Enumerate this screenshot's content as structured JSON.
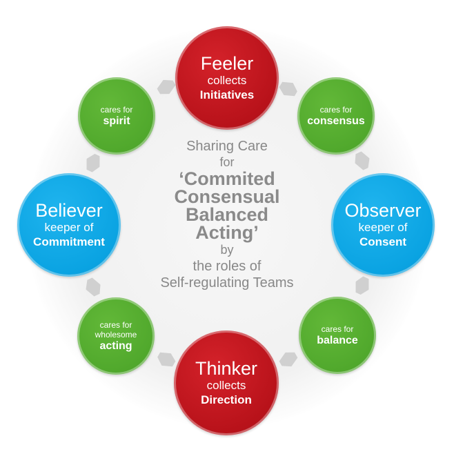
{
  "center": {
    "line1": "Sharing Care",
    "line2": "for",
    "headline": [
      "‘Commited",
      "Consensual",
      "Balanced",
      "Acting’"
    ],
    "line3": "by",
    "line4": "the roles of",
    "line5": "Self-regulating Teams"
  },
  "roles": {
    "feeler": {
      "name": "Feeler",
      "verb": "collects",
      "object": "Initiatives"
    },
    "observer": {
      "name": "Observer",
      "verb": "keeper of",
      "object": "Consent"
    },
    "thinker": {
      "name": "Thinker",
      "verb": "collects",
      "object": "Direction"
    },
    "believer": {
      "name": "Believer",
      "verb": "keeper of",
      "object": "Commitment"
    }
  },
  "cares": {
    "consensus": {
      "pre": "cares for",
      "key": "consensus"
    },
    "balance": {
      "pre": "cares for",
      "key": "balance"
    },
    "acting": {
      "pre": "cares for",
      "pre2": "wholesome",
      "key": "acting"
    },
    "spirit": {
      "pre": "cares for",
      "key": "spirit"
    }
  },
  "colors": {
    "role_red": "#b8121a",
    "role_blue": "#0aa3e2",
    "care_green": "#50a82c",
    "connector_gray": "#d0d0d0",
    "center_text": "#888888"
  }
}
